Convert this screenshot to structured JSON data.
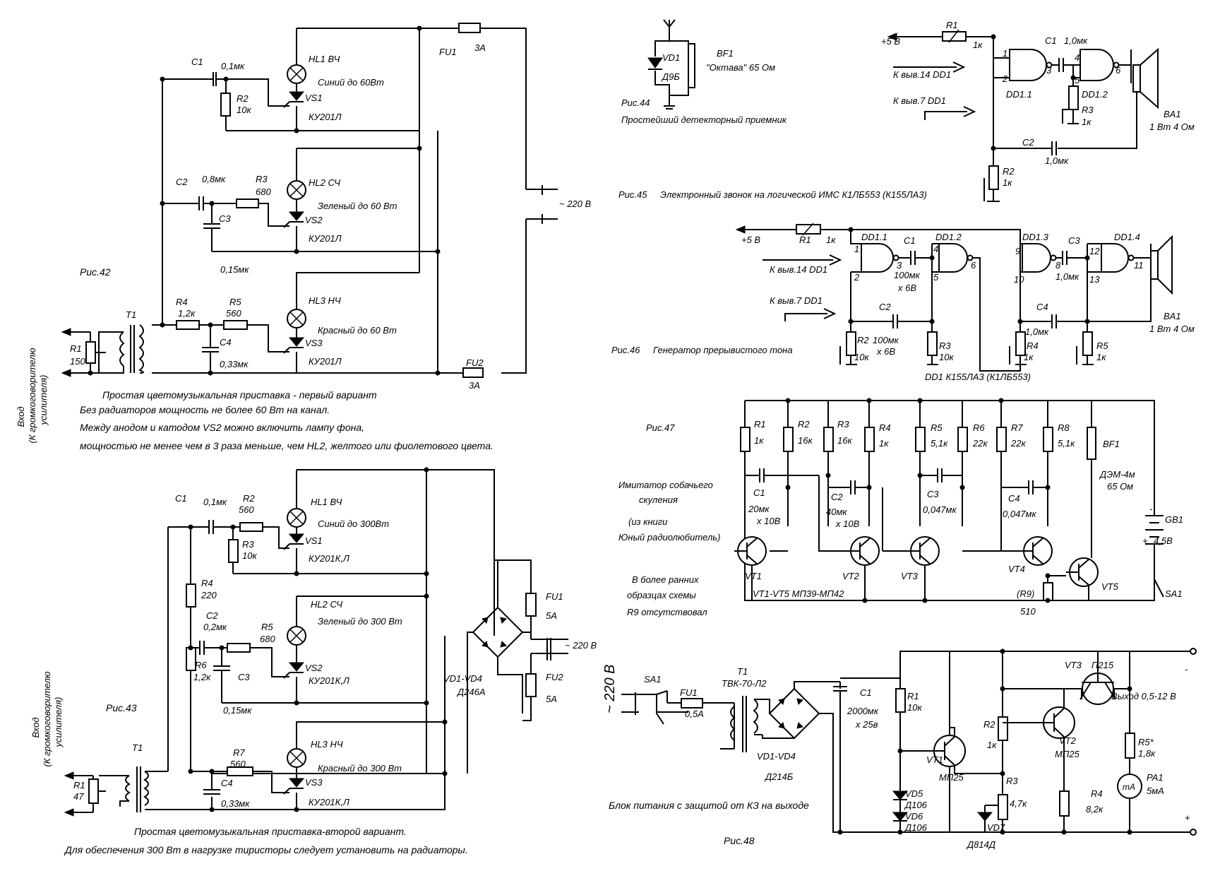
{
  "fig42": {
    "caption": "Рис.42",
    "c1": "C1",
    "c1v": "0,1мк",
    "hl1": "HL1 ВЧ",
    "hl1d": "Синий до 60Вт",
    "vs1": "VS1",
    "vs1t": "КУ201Л",
    "r2": "R2",
    "r2v": "10к",
    "c2": "C2",
    "c2v": "0,8мк",
    "r3": "R3",
    "r3v": "680",
    "hl2": "HL2 СЧ",
    "hl2d": "Зеленый до 60 Вт",
    "c3": "C3",
    "vs2": "VS2",
    "vs2t": "КУ201Л",
    "c3v": "0,15мк",
    "hl3": "HL3 НЧ",
    "hl3d": "Красный до 60 Вт",
    "r4": "R4",
    "r4v": "1,2к",
    "r5": "R5",
    "r5v": "560",
    "c4": "C4",
    "c4v": "0,33мк",
    "vs3": "VS3",
    "vs3t": "КУ201Л",
    "t1": "T1",
    "r1": "R1",
    "r1v": "150",
    "fu1": "FU1",
    "fu1v": "3А",
    "fu2": "FU2",
    "fu2v": "3А",
    "mains": "~ 220 В",
    "input1": "Вход",
    "input2": "(К громкоговорителю",
    "input3": "усилителя)",
    "desc1": "Простая цветомузыкальная приставка - первый вариант",
    "desc2": "Без радиаторов мощность не более 60 Вт на канал.",
    "desc3": "Между анодом и катодом VS2 можно включить лампу фона,",
    "desc4": "мощностью не менее чем в 3 раза меньше, чем HL2, желтого или фиолетового цвета."
  },
  "fig43": {
    "caption": "Рис.43",
    "c1": "C1",
    "c1v": "0,1мк",
    "r2": "R2",
    "r2v": "560",
    "hl1": "HL1 ВЧ",
    "hl1d": "Синий до 300Вт",
    "r3": "R3",
    "r3v": "10к",
    "vs1": "VS1",
    "vs1t": "КУ201К,Л",
    "r4": "R4",
    "r4v": "220",
    "hl2": "HL2 СЧ",
    "hl2d": "Зеленый до 300 Вт",
    "c2": "C2",
    "c2v": "0,2мк",
    "r5": "R5",
    "r5v": "680",
    "vs2": "VS2",
    "c3": "C3",
    "vs2t": "КУ201К,Л",
    "r6": "R6",
    "r6v": "1,2к",
    "c3v": "0,15мк",
    "vd": "VD1-VD4",
    "vdt": "Д246А",
    "fu1": "FU1",
    "fu1v": "5А",
    "fu2": "FU2",
    "fu2v": "5А",
    "mains": "~ 220 В",
    "hl3": "HL3 НЧ",
    "hl3d": "Красный до 300 Вт",
    "r7": "R7",
    "r7v": "560",
    "c4": "C4",
    "c4v": "0,33мк",
    "vs3": "VS3",
    "vs3t": "КУ201К,Л",
    "t1": "T1",
    "r1": "R1",
    "r1v": "47",
    "input1": "Вход",
    "input2": "(К громкоговорителю",
    "input3": "усилителя)",
    "desc1": "Простая цветомузыкальная приставка-второй вариант.",
    "desc2": "Для обеспечения 300 Вт в нагрузке тиристоры следует установить на радиаторы."
  },
  "fig44": {
    "caption": "Рис.44",
    "title": "Простейший детекторный приемник",
    "vd1": "VD1",
    "vd1t": "Д9Б",
    "bf1": "BF1",
    "bf1t": "\"Октава\" 65 Ом"
  },
  "fig45": {
    "caption": "Рис.45",
    "title": "Электронный звонок на логической ИМС К1ЛБ553 (К155ЛА3)",
    "plus5": "+5 В",
    "r1": "R1",
    "r1v": "1к",
    "pin14": "К выв.14 DD1",
    "pin7": "К выв.7 DD1",
    "c1": "C1",
    "c1v": "1,0мк",
    "dd11": "DD1.1",
    "dd12": "DD1.2",
    "p1": "1",
    "p2": "2",
    "p3": "3",
    "p4": "4",
    "p5": "5",
    "p6": "6",
    "r3": "R3",
    "r3v": "1к",
    "c2": "C2",
    "c2v": "1,0мк",
    "r2": "R2",
    "r2v": "1к",
    "ba1": "BA1",
    "ba1t": "1 Вт 4 Ом"
  },
  "fig46": {
    "caption": "Рис.46",
    "title": "Генератор прерывистого тона",
    "plus5": "+5 В",
    "r1": "R1",
    "r1v": "1к",
    "pin14": "К выв.14 DD1",
    "pin7": "К выв.7 DD1",
    "dd11": "DD1.1",
    "dd12": "DD1.2",
    "dd13": "DD1.3",
    "dd14": "DD1.4",
    "c1": "C1",
    "c1v": "100мк",
    "c1v2": "х 6В",
    "c2": "C2",
    "c2v": "100мк",
    "c2v2": "х 6В",
    "c3": "C3",
    "c3v": "1,0мк",
    "c4": "C4",
    "c4v": "1,0мк",
    "r2": "R2",
    "r2v": "10к",
    "r3": "R3",
    "r3v": "10к",
    "r4": "R4",
    "r4v": "1к",
    "r5": "R5",
    "r5v": "1к",
    "p1": "1",
    "p2": "2",
    "p3": "3",
    "p4": "4",
    "p5": "5",
    "p6": "6",
    "p8": "8",
    "p9": "9",
    "p10": "10",
    "p11": "11",
    "p12": "12",
    "p13": "13",
    "ba1": "BA1",
    "ba1t": "1 Вт 4 Ом",
    "dd1": "DD1 К155ЛА3 (К1ЛБ553)"
  },
  "fig47": {
    "caption": "Рис.47",
    "t1": "Имитатор собачьего",
    "t2": "скуления",
    "t3": "(из книги",
    "t4": "Юный радиолюбитель)",
    "n1": "В более ранних",
    "n2": "образцах схемы",
    "n3": "R9 отсутствовал",
    "r1": "R1",
    "r1v": "1к",
    "r2": "R2",
    "r2v": "16к",
    "r3": "R3",
    "r3v": "16к",
    "r4": "R4",
    "r4v": "1к",
    "r5": "R5",
    "r5v": "5,1к",
    "r6": "R6",
    "r6v": "22к",
    "r7": "R7",
    "r7v": "22к",
    "r8": "R8",
    "r8v": "5,1к",
    "bf1": "BF1",
    "bf1t": "ДЭМ-4м",
    "bf1t2": "65 Ом",
    "c1": "C1",
    "c1v": "20мк",
    "c1v2": "х 10В",
    "c2": "C2",
    "c2v": "40мк",
    "c2v2": "х 10В",
    "c3": "C3",
    "c3v": "0,047мк",
    "c4": "C4",
    "c4v": "0,047мк",
    "gb1": "GB1",
    "gb1v": "4,5В",
    "minus": "-",
    "plus": "+",
    "vt1": "VT1",
    "vt2": "VT2",
    "vt3": "VT3",
    "vt4": "VT4",
    "vt5": "VT5",
    "vtt": "VT1-VT5 МП39-МП42",
    "r9": "(R9)",
    "r9v": "510",
    "sa1": "SA1"
  },
  "fig48": {
    "caption": "Рис.48",
    "title": "Блок питания с защитой от КЗ на выходе",
    "mains": "~ 220 В",
    "sa1": "SA1",
    "fu1": "FU1",
    "fu1v": "0,5А",
    "t1": "T1",
    "t1t": "ТВК-70-Л2",
    "vd": "VD1-VD4",
    "vdt": "Д214Б",
    "c1": "C1",
    "c1v": "2000мк",
    "c1v2": "х 25в",
    "r1": "R1",
    "r1v": "10к",
    "vt1": "VT1",
    "vt1t": "МП25",
    "vd5": "VD5",
    "vd5t": "Д106",
    "vd6": "VD6",
    "vd6t": "Д106",
    "vd7": "VD7",
    "vd7t": "Д814Д",
    "r2": "R2",
    "r2v": "1к",
    "r3": "R3",
    "r3v": "4,7к",
    "vt2": "VT2",
    "vt2t": "МП25",
    "vt3": "VT3",
    "vt3t": "П215",
    "out": "Выход 0,5-12 В",
    "r4": "R4",
    "r4v": "8,2к",
    "r5": "R5*",
    "r5v": "1,8к",
    "pa1": "PA1",
    "pa1v": "5мА",
    "ma": "mA",
    "minus": "-",
    "plus": "+"
  }
}
